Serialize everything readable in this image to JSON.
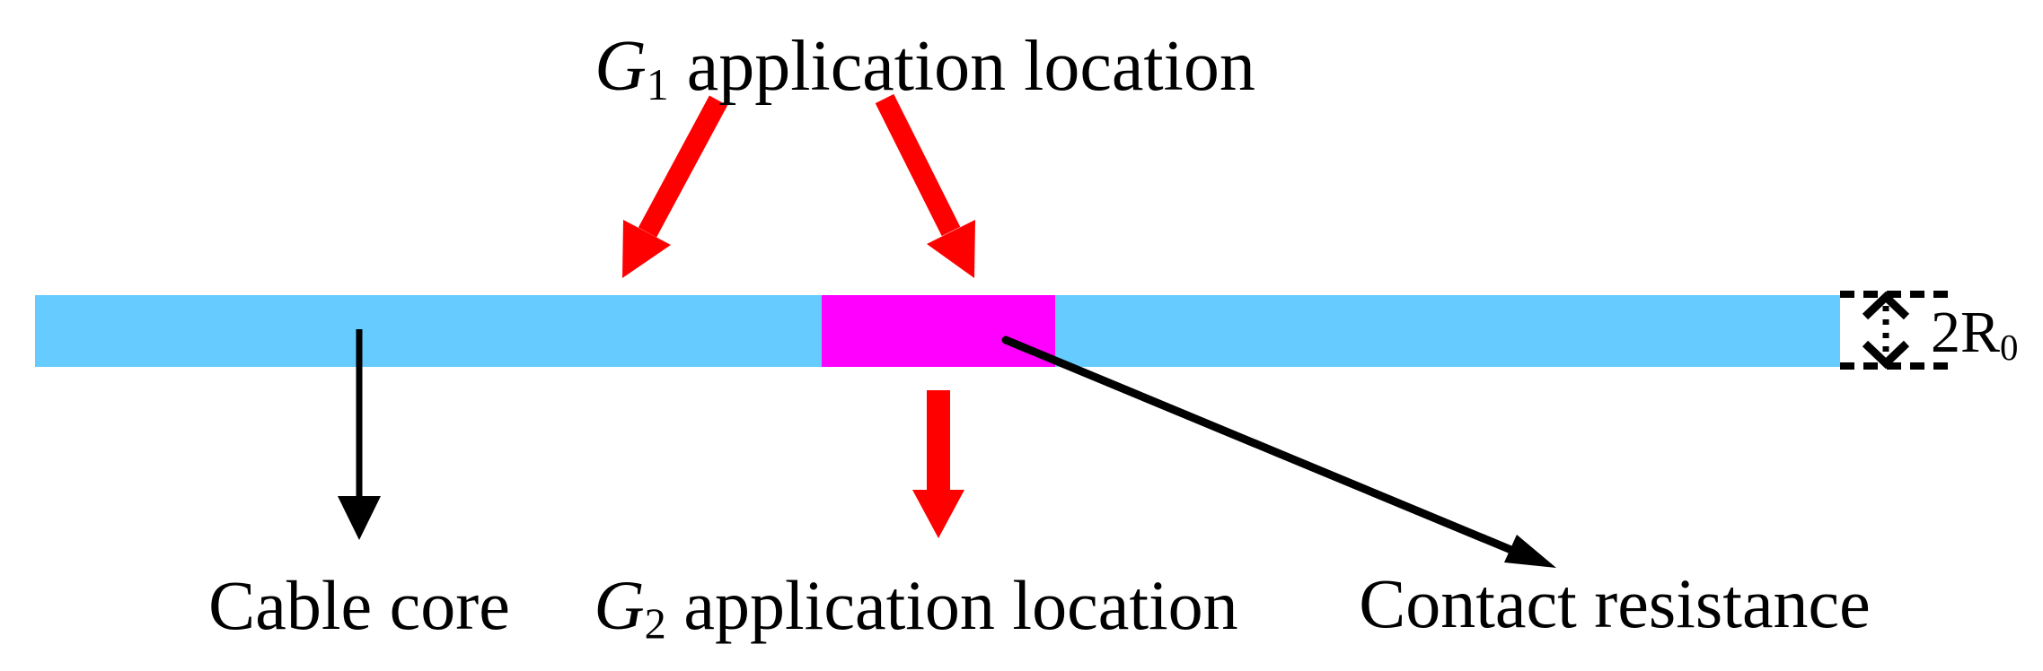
{
  "diagram": {
    "title": {
      "var": "G",
      "sub": "1",
      "rest": " application location"
    },
    "labels": {
      "cable_core": "Cable core",
      "g2_location": {
        "var": "G",
        "sub": "2",
        "rest": " application location"
      },
      "contact_resistance": "Contact resistance",
      "diameter": {
        "pre": "2R",
        "sub": "0"
      }
    },
    "colors": {
      "cable_core_fill": "#66CCFF",
      "contact_segment_fill": "#FF00FF",
      "annotation_arrow_red": "#FF0000",
      "line_black": "#000000",
      "background": "#FFFFFF"
    }
  }
}
